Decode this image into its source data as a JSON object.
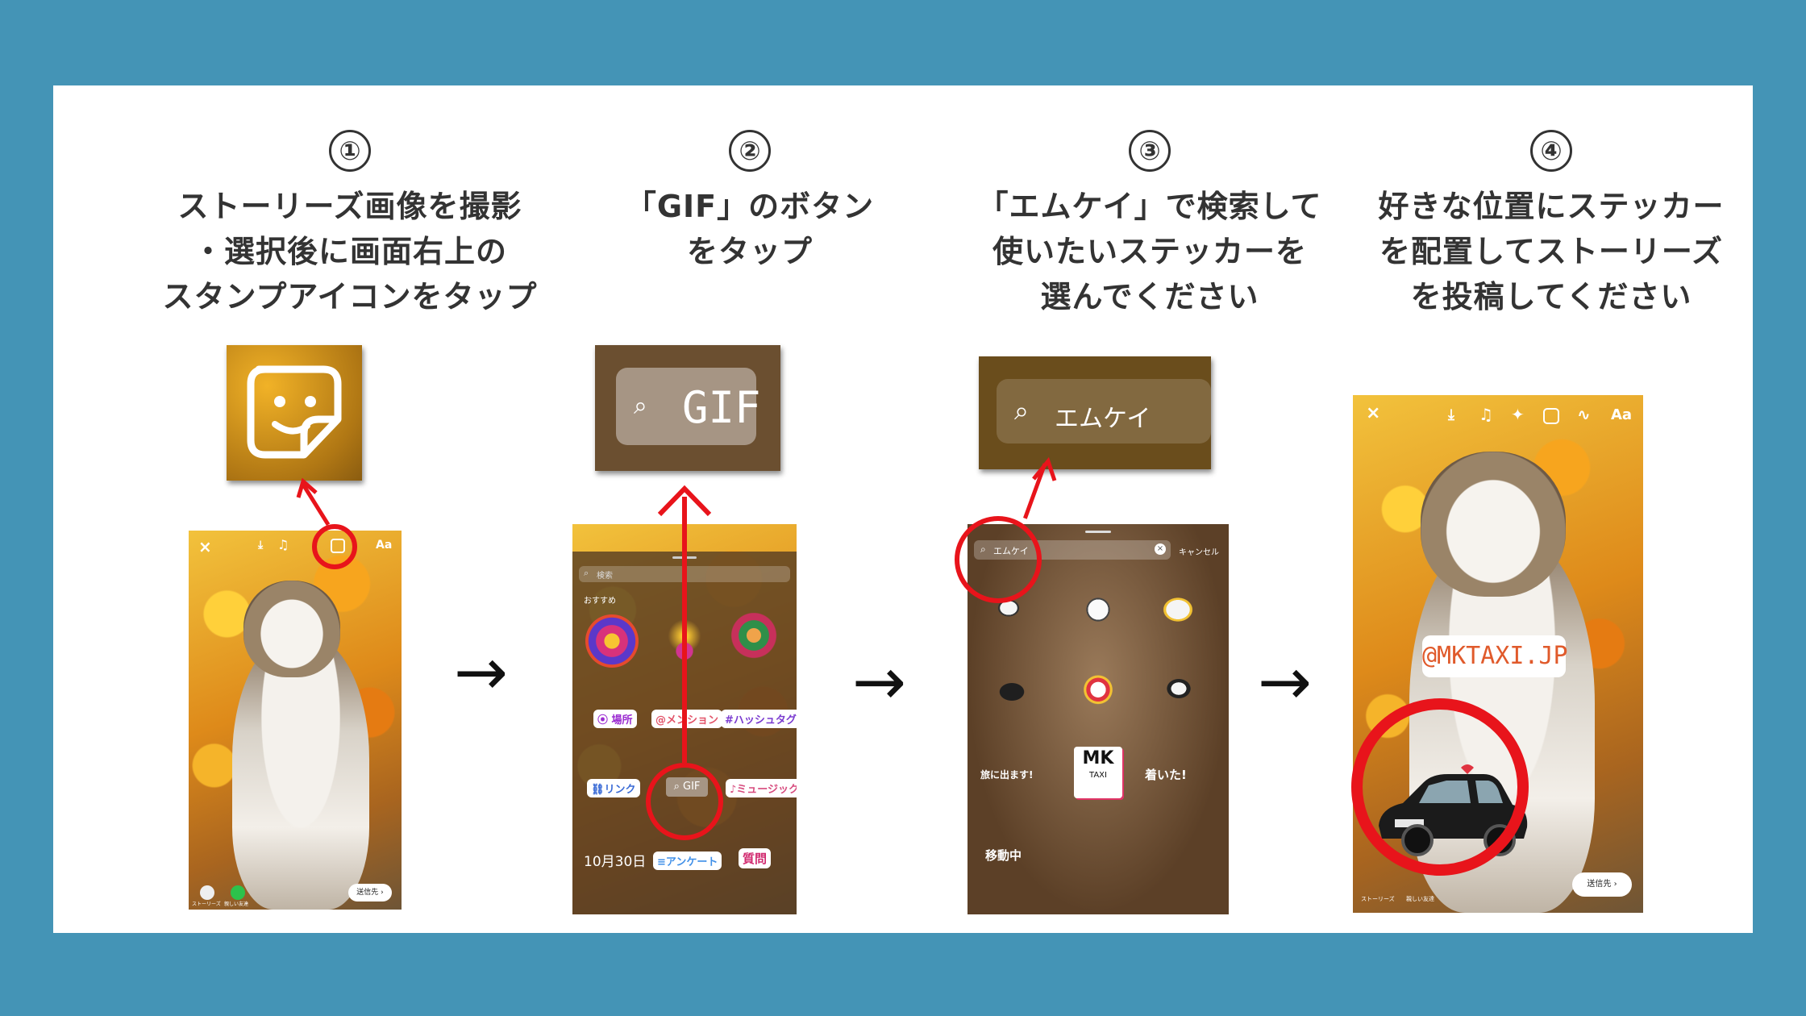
{
  "steps": [
    {
      "num": "①",
      "lines": [
        "ストーリーズ画像を撮影",
        "・選択後に画面右上の",
        "スタンプアイコンをタップ"
      ]
    },
    {
      "num": "②",
      "lines": [
        "「GIF」のボタン",
        "をタップ"
      ]
    },
    {
      "num": "③",
      "lines": [
        "「エムケイ」で検索して",
        "使いたいステッカーを",
        "選んでください"
      ]
    },
    {
      "num": "④",
      "lines": [
        "好きな位置にステッカー",
        "を配置してストーリーズ",
        "を投稿してください"
      ]
    }
  ],
  "phone1": {
    "aa": "Aa",
    "send": "送信先",
    "close": "×",
    "bottom_left": "ストーリーズ",
    "bottom_right": "親しい友達"
  },
  "step2": {
    "zoom_label": "GIF",
    "search_placeholder": "検索",
    "section_label": "おすすめ",
    "pills_row1": [
      "場所",
      "メンション",
      "#ハッシュタグ"
    ],
    "pills_row2": [
      "リンク",
      "GIF",
      "ミュージック"
    ],
    "date_label": "10月30日",
    "survey": "アンケート",
    "question": "質問"
  },
  "step3": {
    "zoom_query": "エムケイ",
    "query": "エムケイ",
    "cancel": "キャンセル",
    "stickers": {
      "travel": "旅に出ます!",
      "arrived": "着いた!",
      "moving": "移動中",
      "mk": "MK",
      "taxi": "TAXI"
    }
  },
  "step4": {
    "handle": "@MKTAXI.JP",
    "aa": "Aa",
    "send": "送信先",
    "close": "×",
    "bottom_left": "ストーリーズ",
    "bottom_right": "親しい友達"
  },
  "arrow_glyph": "→",
  "colors": {
    "background": "#4494b6",
    "highlight": "#e8141b",
    "card": "#ffffff"
  }
}
